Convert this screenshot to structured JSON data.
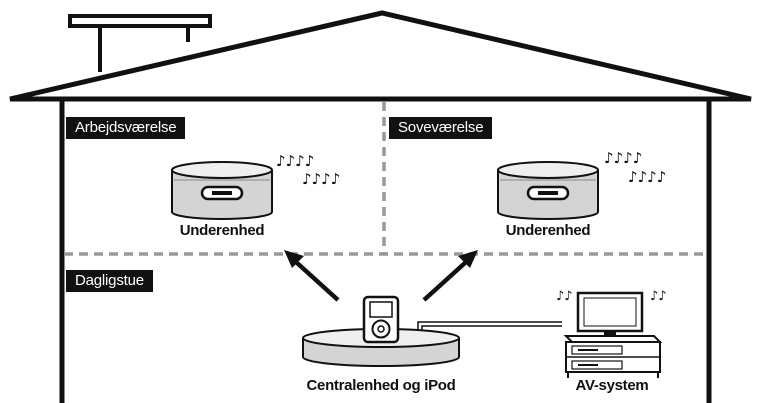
{
  "rooms": {
    "office": "Arbejdsværelse",
    "bedroom": "Soveværelse",
    "living": "Dagligstue"
  },
  "devices": {
    "sub_unit_left": "Underenhed",
    "sub_unit_right": "Underenhed",
    "main_unit": "Centralenhed og iPod",
    "av_system": "AV-system"
  },
  "icons": {
    "music": "music-notes-icon",
    "arrow": "arrow-icon"
  }
}
